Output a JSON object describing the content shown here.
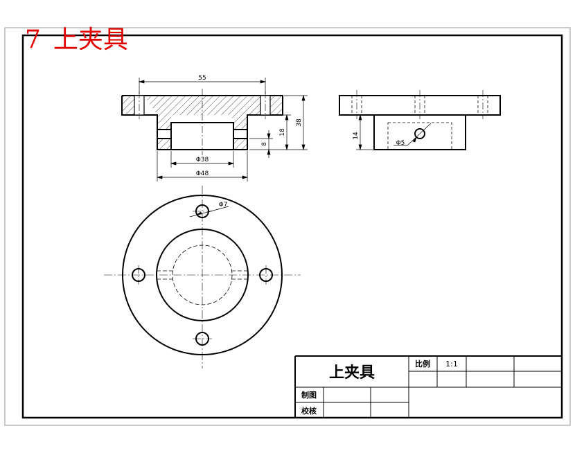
{
  "heading": {
    "number": "7",
    "title": "上夹具"
  },
  "dimensions": {
    "top_width": "55",
    "total_height": "38",
    "flange_height": "18",
    "step_height": "8",
    "inner_diameter": "Φ38",
    "outer_diameter": "Φ48",
    "side_height": "14",
    "side_hole": "Φ5",
    "bolt_hole": "Φ7"
  },
  "title_block": {
    "part_name": "上夹具",
    "scale_label": "比例",
    "scale_value": "1:1",
    "drawn_label": "制图",
    "checked_label": "校核"
  },
  "colors": {
    "heading": "#e00000",
    "lines": "#000000",
    "frame": "#888888"
  }
}
